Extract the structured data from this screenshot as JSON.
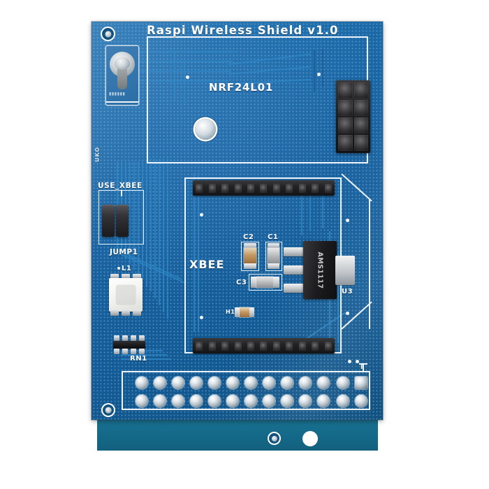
{
  "board": {
    "title": "Raspi Wireless Shield v1.0",
    "color_solder_mask": "#1a64a2",
    "color_tab": "#156a8a",
    "color_silkscreen": "#ffffff"
  },
  "silkscreen": {
    "nrf_module_label": "NRF24L01",
    "xbee_module_label": "XBEE",
    "use_xbee_label": "USE_XBEE",
    "jumper_label": "JUMP1",
    "led_label": "L1",
    "resistor_network_label": "RN1",
    "cap_c1_label": "C1",
    "cap_c2_label": "C2",
    "cap_c3_label": "C3",
    "regulator_label": "U3",
    "h1_label": "H1",
    "pin1_marker": "I",
    "edge_marking": "UKO"
  },
  "components": {
    "regulator_marking": "AMS1117",
    "nrf_header_rows": 4,
    "nrf_header_cols": 2,
    "xbee_top_pins": 11,
    "xbee_bottom_pins": 11,
    "gpio_top_pads": 13,
    "gpio_bottom_pads": 13,
    "jumper_blocks": 2,
    "mounting_holes": 4
  }
}
